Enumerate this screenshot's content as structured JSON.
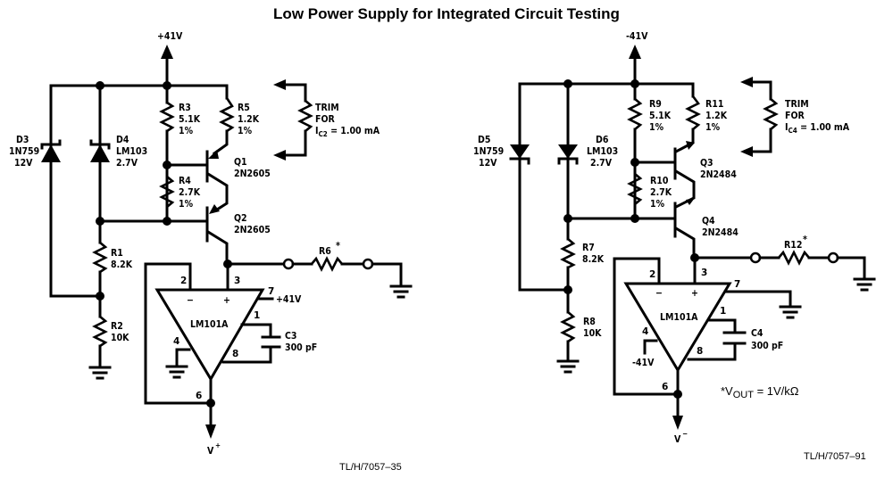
{
  "title": "Low Power Supply for Integrated Circuit Testing",
  "left": {
    "supply": "+41V",
    "D3": {
      "ref": "D3",
      "part": "1N759",
      "value": "12V"
    },
    "D4": {
      "ref": "D4",
      "part": "LM103",
      "value": "2.7V"
    },
    "R3": {
      "ref": "R3",
      "value": "5.1K",
      "tol": "1%"
    },
    "R5": {
      "ref": "R5",
      "value": "1.2K",
      "tol": "1%"
    },
    "R4": {
      "ref": "R4",
      "value": "2.7K",
      "tol": "1%"
    },
    "R1": {
      "ref": "R1",
      "value": "8.2K"
    },
    "R2": {
      "ref": "R2",
      "value": "10K"
    },
    "Q1": {
      "ref": "Q1",
      "part": "2N2605"
    },
    "Q2": {
      "ref": "Q2",
      "part": "2N2605"
    },
    "R6": {
      "ref": "R6",
      "mark": "*"
    },
    "trim": {
      "line1": "TRIM",
      "line2": "FOR",
      "line3_sym": "I",
      "line3_sub": "C2",
      "line3_rest": " = 1.00 mA"
    },
    "opamp": {
      "part": "LM101A",
      "pins": {
        "p2": "2",
        "p3": "3",
        "p7": "7",
        "p1": "1",
        "p4": "4",
        "p8": "8",
        "p6": "6"
      },
      "minus": "−",
      "plus": "+",
      "pin7_supply": "+41V"
    },
    "C3": {
      "ref": "C3",
      "value": "300 pF"
    },
    "output": {
      "sym": "V",
      "sup": "+"
    },
    "figure_id": "TL/H/7057–35"
  },
  "right": {
    "supply": "-41V",
    "D5": {
      "ref": "D5",
      "part": "1N759",
      "value": "12V"
    },
    "D6": {
      "ref": "D6",
      "part": "LM103",
      "value": "2.7V"
    },
    "R9": {
      "ref": "R9",
      "value": "5.1K",
      "tol": "1%"
    },
    "R11": {
      "ref": "R11",
      "value": "1.2K",
      "tol": "1%"
    },
    "R10": {
      "ref": "R10",
      "value": "2.7K",
      "tol": "1%"
    },
    "R7": {
      "ref": "R7",
      "value": "8.2K"
    },
    "R8": {
      "ref": "R8",
      "value": "10K"
    },
    "Q3": {
      "ref": "Q3",
      "part": "2N2484"
    },
    "Q4": {
      "ref": "Q4",
      "part": "2N2484"
    },
    "R12": {
      "ref": "R12",
      "mark": "*"
    },
    "trim": {
      "line1": "TRIM",
      "line2": "FOR",
      "line3_sym": "I",
      "line3_sub": "C4",
      "line3_rest": " = 1.00 mA"
    },
    "opamp": {
      "part": "LM101A",
      "pins": {
        "p2": "2",
        "p3": "3",
        "p7": "7",
        "p1": "1",
        "p4": "4",
        "p8": "8",
        "p6": "6"
      },
      "minus": "−",
      "plus": "+",
      "pin4_supply": "-41V"
    },
    "C4": {
      "ref": "C4",
      "value": "300 pF"
    },
    "output": {
      "sym": "V",
      "sup": "−"
    },
    "note": {
      "prefix": "*V",
      "sub": "OUT",
      "rest": " = 1V/kΩ"
    },
    "figure_id": "TL/H/7057–91"
  }
}
